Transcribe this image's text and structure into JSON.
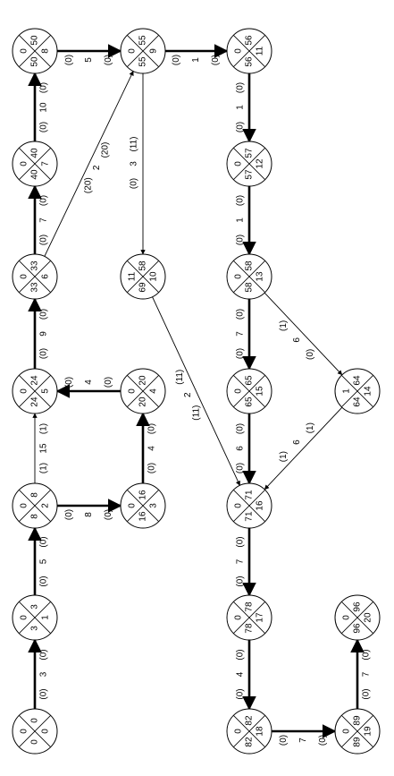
{
  "diagram": {
    "nodes": [
      {
        "id": "1",
        "value_a": "0",
        "value_b": "0",
        "value_c": "0",
        "value_d": "0"
      },
      {
        "id": "2",
        "value_a": "0",
        "value_b": "3",
        "value_c": "3",
        "value_d": "1"
      },
      {
        "id": "3",
        "value_a": "0",
        "value_b": "8",
        "value_c": "8",
        "value_d": "2"
      },
      {
        "id": "4",
        "value_a": "0",
        "value_b": "24",
        "value_c": "24",
        "value_d": "5"
      },
      {
        "id": "5",
        "value_a": "0",
        "value_b": "33",
        "value_c": "33",
        "value_d": "6"
      },
      {
        "id": "6",
        "value_a": "0",
        "value_b": "40",
        "value_c": "40",
        "value_d": "7"
      },
      {
        "id": "7",
        "value_a": "0",
        "value_b": "50",
        "value_c": "50",
        "value_d": "8"
      },
      {
        "id": "8",
        "value_a": "0",
        "value_b": "16",
        "value_c": "16",
        "value_d": "3"
      },
      {
        "id": "9",
        "value_a": "0",
        "value_b": "20",
        "value_c": "20",
        "value_d": "4"
      },
      {
        "id": "10",
        "value_a": "11",
        "value_b": "58",
        "value_c": "69",
        "value_d": "10"
      },
      {
        "id": "11",
        "value_a": "0",
        "value_b": "55",
        "value_c": "55",
        "value_d": "9"
      },
      {
        "id": "12",
        "value_a": "0",
        "value_b": "56",
        "value_c": "56",
        "value_d": "11"
      },
      {
        "id": "13",
        "value_a": "0",
        "value_b": "57",
        "value_c": "57",
        "value_d": "12"
      },
      {
        "id": "14",
        "value_a": "0",
        "value_b": "58",
        "value_c": "58",
        "value_d": "13"
      },
      {
        "id": "15",
        "value_a": "0",
        "value_b": "65",
        "value_c": "65",
        "value_d": "15"
      },
      {
        "id": "16",
        "value_a": "1",
        "value_b": "64",
        "value_c": "64",
        "value_d": "14"
      },
      {
        "id": "17",
        "value_a": "0",
        "value_b": "71",
        "value_c": "71",
        "value_d": "16"
      },
      {
        "id": "18",
        "value_a": "0",
        "value_b": "78",
        "value_c": "78",
        "value_d": "17"
      },
      {
        "id": "19",
        "value_a": "0",
        "value_b": "82",
        "value_c": "82",
        "value_d": "18"
      },
      {
        "id": "20",
        "value_a": "0",
        "value_b": "89",
        "value_c": "89",
        "value_d": "19"
      },
      {
        "id": "21",
        "value_a": "0",
        "value_b": "96",
        "value_c": "96",
        "value_d": "20"
      }
    ],
    "edges": [
      {
        "from": "1",
        "to": "2",
        "duration": "3",
        "float_a": "(0)",
        "float_b": "(0)",
        "critical": true
      },
      {
        "from": "2",
        "to": "3",
        "duration": "5",
        "float_a": "(0)",
        "float_b": "(0)",
        "critical": true
      },
      {
        "from": "3",
        "to": "4",
        "duration": "15",
        "float_a": "(1)",
        "float_b": "(1)",
        "critical": false
      },
      {
        "from": "3",
        "to": "8",
        "duration": "8",
        "float_a": "(0)",
        "float_b": "(0)",
        "critical": true
      },
      {
        "from": "8",
        "to": "9",
        "duration": "4",
        "float_a": "(0)",
        "float_b": "(0)",
        "critical": true
      },
      {
        "from": "9",
        "to": "4",
        "duration": "4",
        "float_a": "(0)",
        "float_b": "(0)",
        "critical": true
      },
      {
        "from": "4",
        "to": "5",
        "duration": "9",
        "float_a": "(0)",
        "float_b": "(0)",
        "critical": true
      },
      {
        "from": "5",
        "to": "6",
        "duration": "7",
        "float_a": "(0)",
        "float_b": "(0)",
        "critical": true
      },
      {
        "from": "6",
        "to": "7",
        "duration": "10",
        "float_a": "(0)",
        "float_b": "(0)",
        "critical": true
      },
      {
        "from": "7",
        "to": "11",
        "duration": "5",
        "float_a": "(0)",
        "float_b": "(0)",
        "critical": true
      },
      {
        "from": "5",
        "to": "11",
        "duration": "2",
        "float_a": "(20)",
        "float_b": "(20)",
        "critical": false
      },
      {
        "from": "11",
        "to": "10",
        "duration": "3",
        "float_a": "(11)",
        "float_b": "(0)",
        "critical": false
      },
      {
        "from": "11",
        "to": "12",
        "duration": "1",
        "float_a": "(0)",
        "float_b": "(0)",
        "critical": true
      },
      {
        "from": "12",
        "to": "13",
        "duration": "1",
        "float_a": "(0)",
        "float_b": "(0)",
        "critical": true
      },
      {
        "from": "13",
        "to": "14",
        "duration": "1",
        "float_a": "(0)",
        "float_b": "(0)",
        "critical": true
      },
      {
        "from": "14",
        "to": "15",
        "duration": "7",
        "float_a": "(0)",
        "float_b": "(0)",
        "critical": true
      },
      {
        "from": "14",
        "to": "16",
        "duration": "6",
        "float_a": "(1)",
        "float_b": "(0)",
        "critical": false
      },
      {
        "from": "15",
        "to": "17",
        "duration": "6",
        "float_a": "(0)",
        "float_b": "(0)",
        "critical": true
      },
      {
        "from": "16",
        "to": "17",
        "duration": "6",
        "float_a": "(1)",
        "float_b": "(1)",
        "critical": false
      },
      {
        "from": "10",
        "to": "17",
        "duration": "2",
        "float_a": "(11)",
        "float_b": "(11)",
        "critical": false
      },
      {
        "from": "17",
        "to": "18",
        "duration": "7",
        "float_a": "(0)",
        "float_b": "(0)",
        "critical": true
      },
      {
        "from": "18",
        "to": "19",
        "duration": "4",
        "float_a": "(0)",
        "float_b": "(0)",
        "critical": true
      },
      {
        "from": "19",
        "to": "20",
        "duration": "7",
        "float_a": "(0)",
        "float_b": "(0)",
        "critical": true
      },
      {
        "from": "20",
        "to": "21",
        "duration": "7",
        "float_a": "(0)",
        "float_b": "(0)",
        "critical": true
      }
    ]
  }
}
